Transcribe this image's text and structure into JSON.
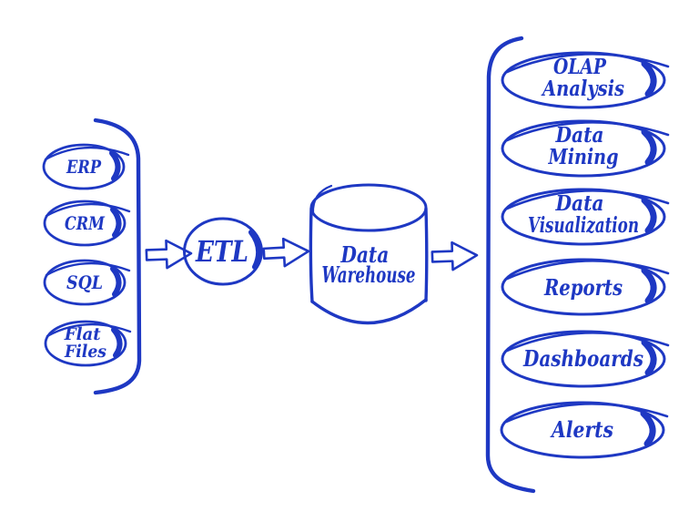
{
  "colors": {
    "ink": "#1e38c3",
    "paper": "#ffffff"
  },
  "sources": {
    "items": [
      {
        "lines": [
          "ERP"
        ]
      },
      {
        "lines": [
          "CRM"
        ]
      },
      {
        "lines": [
          "SQL"
        ]
      },
      {
        "lines": [
          "Flat",
          "Files"
        ]
      }
    ]
  },
  "etl": {
    "label": "ETL"
  },
  "warehouse": {
    "lines": [
      "Data",
      "Warehouse"
    ]
  },
  "outputs": {
    "items": [
      {
        "lines": [
          "OLAP",
          "Analysis"
        ]
      },
      {
        "lines": [
          "Data",
          "Mining"
        ]
      },
      {
        "lines": [
          "Data",
          "Visualization"
        ]
      },
      {
        "lines": [
          "Reports"
        ]
      },
      {
        "lines": [
          "Dashboards"
        ]
      },
      {
        "lines": [
          "Alerts"
        ]
      }
    ]
  }
}
